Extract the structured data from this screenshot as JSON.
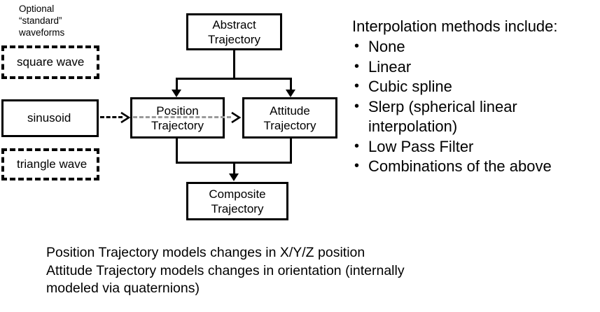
{
  "diagram": {
    "left_caption": "Optional\n“standard”\nwaveforms",
    "waveform_boxes": [
      {
        "label": "square wave",
        "style": "dashed"
      },
      {
        "label": "sinusoid",
        "style": "solid"
      },
      {
        "label": "triangle wave",
        "style": "dashed"
      }
    ],
    "flow_boxes": [
      {
        "line1": "Abstract",
        "line2": "Trajectory"
      },
      {
        "line1": "Position",
        "line2": "Trajectory"
      },
      {
        "line1": "Attitude",
        "line2": "Trajectory"
      },
      {
        "line1": "Composite",
        "line2": "Trajectory"
      }
    ]
  },
  "interpolation": {
    "title": "Interpolation methods include:",
    "items": [
      "None",
      "Linear",
      "Cubic spline",
      "Slerp (spherical linear interpolation)",
      "Low Pass Filter",
      "Combinations of the above"
    ]
  },
  "notes": {
    "text": "Position Trajectory models changes in X/Y/Z position\nAttitude Trajectory models changes in orientation (internally\nmodeled via quaternions)"
  },
  "colors": {
    "stroke": "#000000",
    "dashed_gray": "#9a9a9a",
    "background": "#ffffff"
  }
}
